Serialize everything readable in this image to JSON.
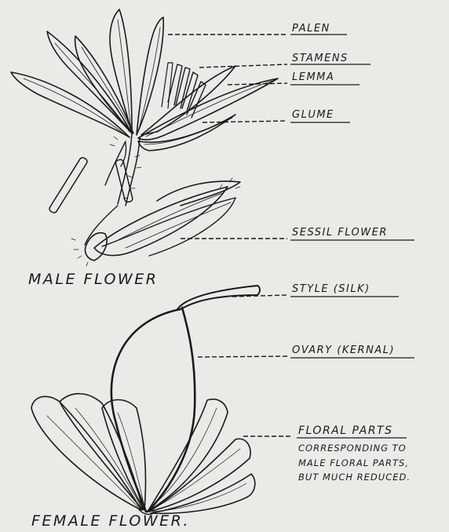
{
  "male": {
    "title": "MALE FLOWER",
    "labels": {
      "palen": "PALEN",
      "stamens": "STAMENS",
      "lemma": "LEMMA",
      "glume": "GLUME",
      "sessil": "SESSIL FLOWER"
    }
  },
  "female": {
    "title": "FEMALE FLOWER.",
    "labels": {
      "style": "STYLE (SILK)",
      "ovary": "OVARY (KERNAL)",
      "floral": "FLORAL PARTS",
      "floral_note_1": "CORRESPONDING TO",
      "floral_note_2": "MALE FLORAL PARTS,",
      "floral_note_3": "BUT MUCH REDUCED."
    }
  },
  "colors": {
    "ink": "#1b1b1b",
    "paper": "#e9ebe6"
  }
}
